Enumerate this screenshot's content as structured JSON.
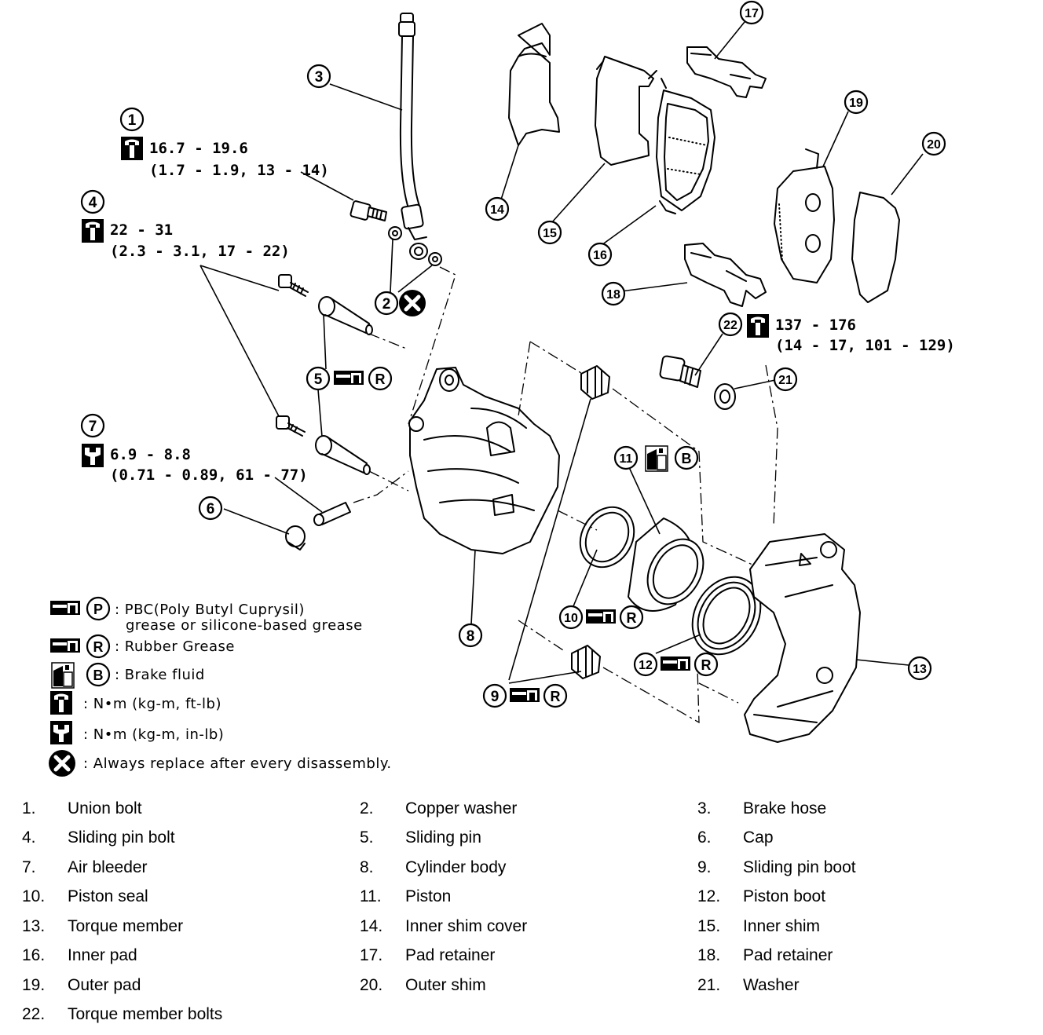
{
  "callouts": {
    "c1": {
      "num": "1",
      "spec1": "16.7 - 19.6",
      "spec2": "(1.7 - 1.9, 13 - 14)"
    },
    "c2": {
      "num": "2"
    },
    "c3": {
      "num": "3"
    },
    "c4": {
      "num": "4",
      "spec1": "22 - 31",
      "spec2": "(2.3 - 3.1, 17 - 22)"
    },
    "c5": {
      "num": "5",
      "grease": "R"
    },
    "c6": {
      "num": "6"
    },
    "c7": {
      "num": "7",
      "spec1": "6.9 - 8.8",
      "spec2": "(0.71 - 0.89, 61 - 77)"
    },
    "c8": {
      "num": "8"
    },
    "c9": {
      "num": "9",
      "grease": "R"
    },
    "c10": {
      "num": "10",
      "grease": "R"
    },
    "c11": {
      "num": "11",
      "fluid": "B"
    },
    "c12": {
      "num": "12",
      "grease": "R"
    },
    "c13": {
      "num": "13"
    },
    "c14": {
      "num": "14"
    },
    "c15": {
      "num": "15"
    },
    "c16": {
      "num": "16"
    },
    "c17": {
      "num": "17"
    },
    "c18": {
      "num": "18"
    },
    "c19": {
      "num": "19"
    },
    "c20": {
      "num": "20"
    },
    "c21": {
      "num": "21"
    },
    "c22": {
      "num": "22",
      "spec1": "137 - 176",
      "spec2": "(14 - 17, 101 - 129)"
    }
  },
  "legend": {
    "pbc": {
      "letter": "P",
      "line1": ": PBC(Poly Butyl Cuprysil)",
      "line2": "grease or silicone-based grease"
    },
    "rubber": {
      "letter": "R",
      "text": ": Rubber Grease"
    },
    "fluid": {
      "letter": "B",
      "text": ": Brake fluid"
    },
    "torque_ft": {
      "text": ":  N•m  (kg-m,  ft-lb)"
    },
    "torque_in": {
      "text": ":  N•m  (kg-m,  in-lb)"
    },
    "replace": {
      "text": ": Always replace after every disassembly."
    }
  },
  "parts": [
    {
      "num": "1.",
      "name": "Union bolt"
    },
    {
      "num": "2.",
      "name": "Copper washer"
    },
    {
      "num": "3.",
      "name": "Brake hose"
    },
    {
      "num": "4.",
      "name": "Sliding pin bolt"
    },
    {
      "num": "5.",
      "name": "Sliding pin"
    },
    {
      "num": "6.",
      "name": "Cap"
    },
    {
      "num": "7.",
      "name": "Air bleeder"
    },
    {
      "num": "8.",
      "name": "Cylinder body"
    },
    {
      "num": "9.",
      "name": "Sliding pin boot"
    },
    {
      "num": "10.",
      "name": "Piston seal"
    },
    {
      "num": "11.",
      "name": "Piston"
    },
    {
      "num": "12.",
      "name": "Piston boot"
    },
    {
      "num": "13.",
      "name": "Torque member"
    },
    {
      "num": "14.",
      "name": "Inner shim cover"
    },
    {
      "num": "15.",
      "name": "Inner shim"
    },
    {
      "num": "16.",
      "name": "Inner pad"
    },
    {
      "num": "17.",
      "name": "Pad retainer"
    },
    {
      "num": "18.",
      "name": "Pad retainer"
    },
    {
      "num": "19.",
      "name": "Outer pad"
    },
    {
      "num": "20.",
      "name": "Outer shim"
    },
    {
      "num": "21.",
      "name": "Washer"
    },
    {
      "num": "22.",
      "name": "Torque member bolts"
    }
  ]
}
